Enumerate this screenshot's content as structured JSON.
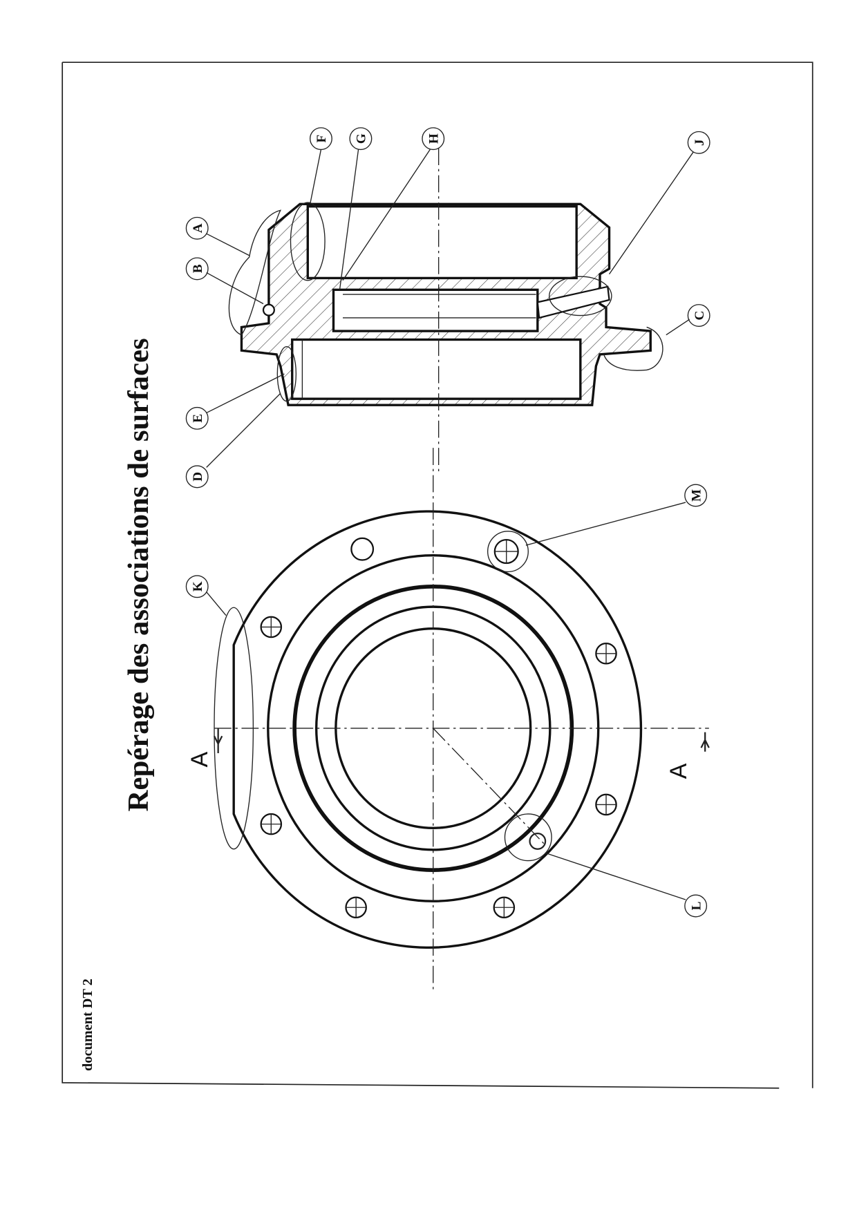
{
  "title": "Repérage des associations de surfaces",
  "document_label": "document  DT 2",
  "section_marker": "A",
  "labels": {
    "A": "A",
    "B": "B",
    "C": "C",
    "D": "D",
    "E": "E",
    "F": "F",
    "G": "G",
    "H": "H",
    "J": "J",
    "K": "K",
    "L": "L",
    "M": "M"
  }
}
